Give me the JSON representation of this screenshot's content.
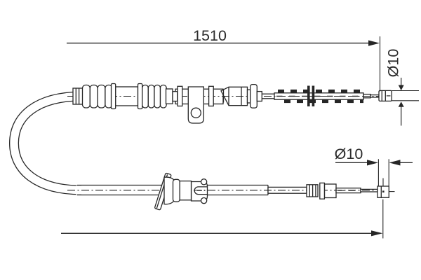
{
  "drawing": {
    "labels": {
      "overall_length": "1510",
      "upper_end_diameter": "Ø10",
      "lower_end_diameter": "Ø10"
    },
    "colors": {
      "line": "#262626",
      "text": "#2b2b2b",
      "background": "#ffffff"
    }
  }
}
